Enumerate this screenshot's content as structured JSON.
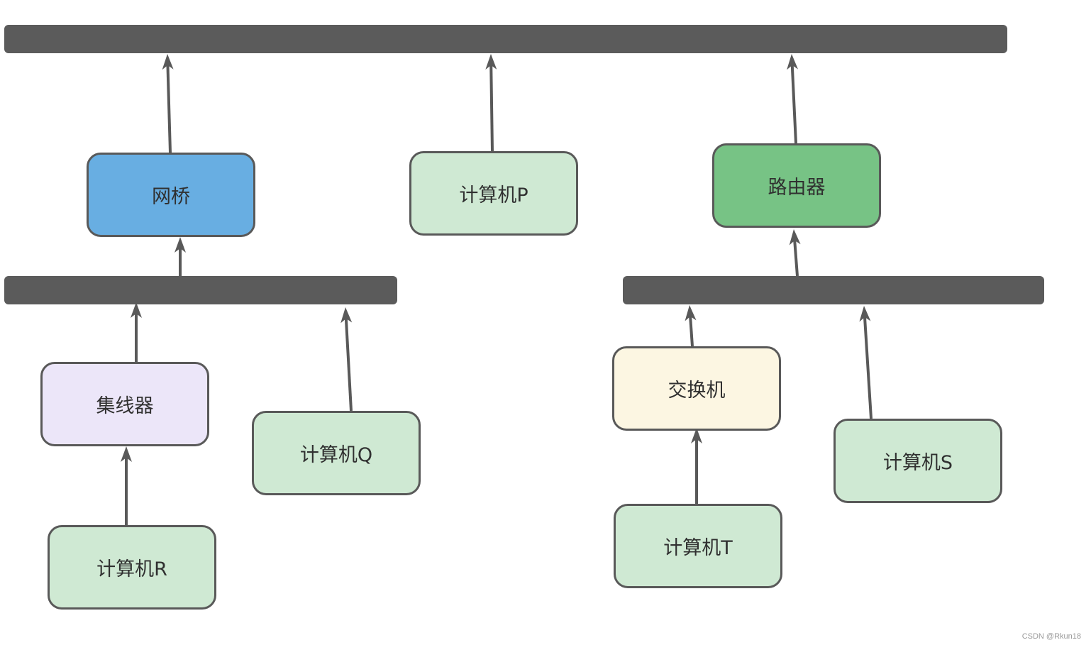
{
  "colors": {
    "bus": "#5b5b5b",
    "border": "#595959",
    "arrow": "#595959",
    "text": "#303030",
    "computer": "#cfe9d3",
    "bridge": "#68aee2",
    "router": "#77c385",
    "hub": "#ece6f9",
    "switch": "#fcf6e2"
  },
  "nodes": {
    "bridge": "网桥",
    "computer_p": "计算机P",
    "router": "路由器",
    "hub": "集线器",
    "computer_q": "计算机Q",
    "switch": "交换机",
    "computer_s": "计算机S",
    "computer_r": "计算机R",
    "computer_t": "计算机T"
  },
  "watermark": "CSDN @Rkun18"
}
